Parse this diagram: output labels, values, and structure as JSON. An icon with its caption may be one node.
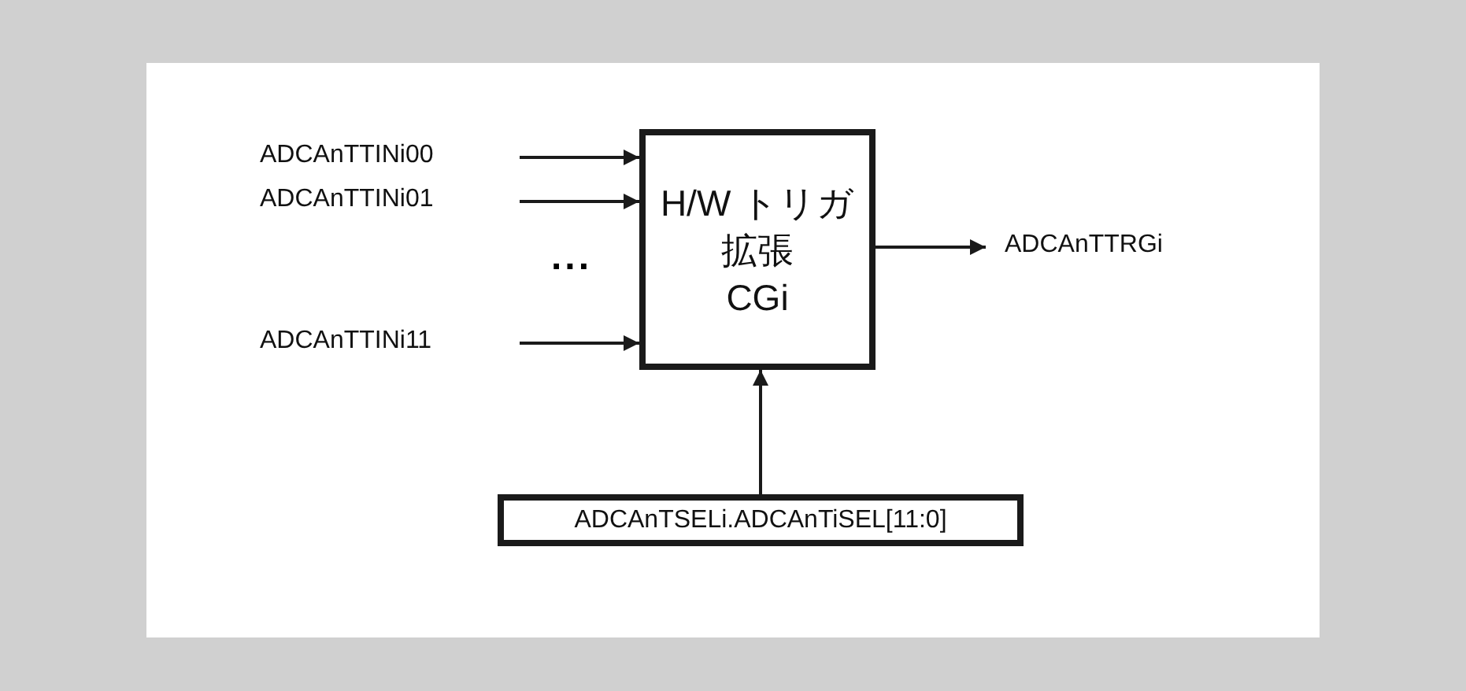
{
  "diagram": {
    "nodes": [
      {
        "text": [
          "H/W トリガ",
          "拡張",
          "CGi"
        ]
      },
      {
        "text": [
          "ADCAnTTINi00"
        ]
      },
      {
        "text": [
          "ADCAnTTINi01"
        ]
      },
      {
        "text": [
          "ADCAnTTINi11"
        ]
      },
      {
        "text": [
          "ADCAnTTRGi"
        ]
      },
      {
        "text": [
          "ADCAnTSELi.ADCAnTiSEL[11:0]"
        ]
      }
    ],
    "edges": [
      {
        "from": 1,
        "to": 0,
        "arrow": "to"
      },
      {
        "from": 2,
        "to": 0,
        "arrow": "to"
      },
      {
        "from": 3,
        "to": 0,
        "arrow": "to"
      },
      {
        "from": 0,
        "to": 4,
        "arrow": "to"
      },
      {
        "from": 5,
        "to": 0,
        "arrow": "to"
      }
    ],
    "labels": [
      "..."
    ]
  }
}
